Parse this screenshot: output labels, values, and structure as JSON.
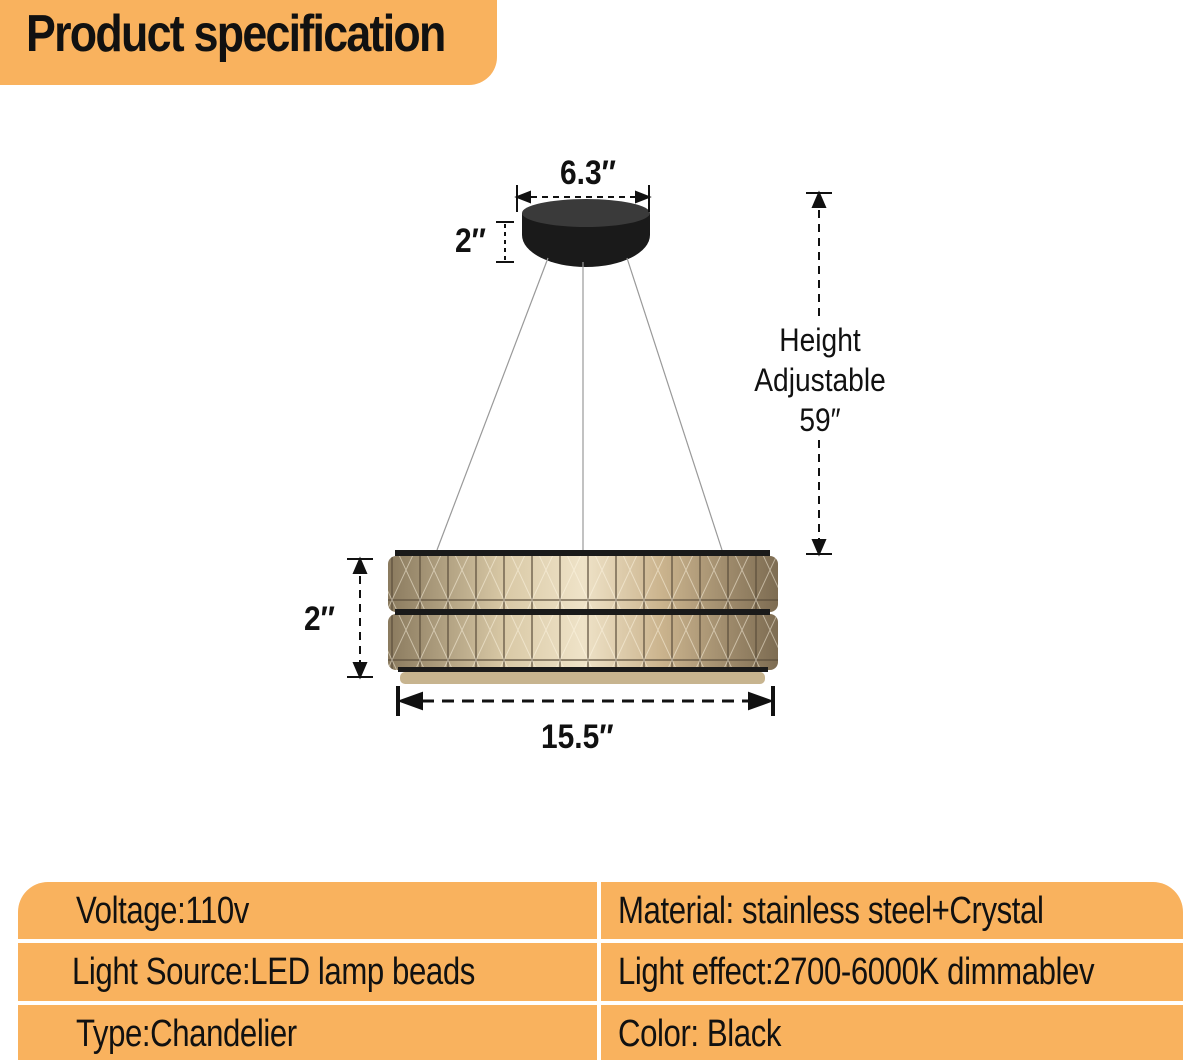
{
  "header": {
    "title": "Product specification"
  },
  "dimensions": {
    "canopy_width": "6.3″",
    "canopy_height": "2″",
    "height_note": [
      "Height",
      "Adjustable",
      "59″"
    ],
    "ring_height": "2″",
    "ring_width": "15.5″"
  },
  "specs": [
    {
      "left": "Voltage:110v",
      "right": "Material: stainless steel+Crystal"
    },
    {
      "left": "Light Source:LED lamp beads",
      "right": "Light effect:2700-6000K dimmablev"
    },
    {
      "left": "Type:Chandelier",
      "right": "Color: Black"
    }
  ],
  "colors": {
    "accent": "#F9B25E",
    "text": "#111111"
  }
}
